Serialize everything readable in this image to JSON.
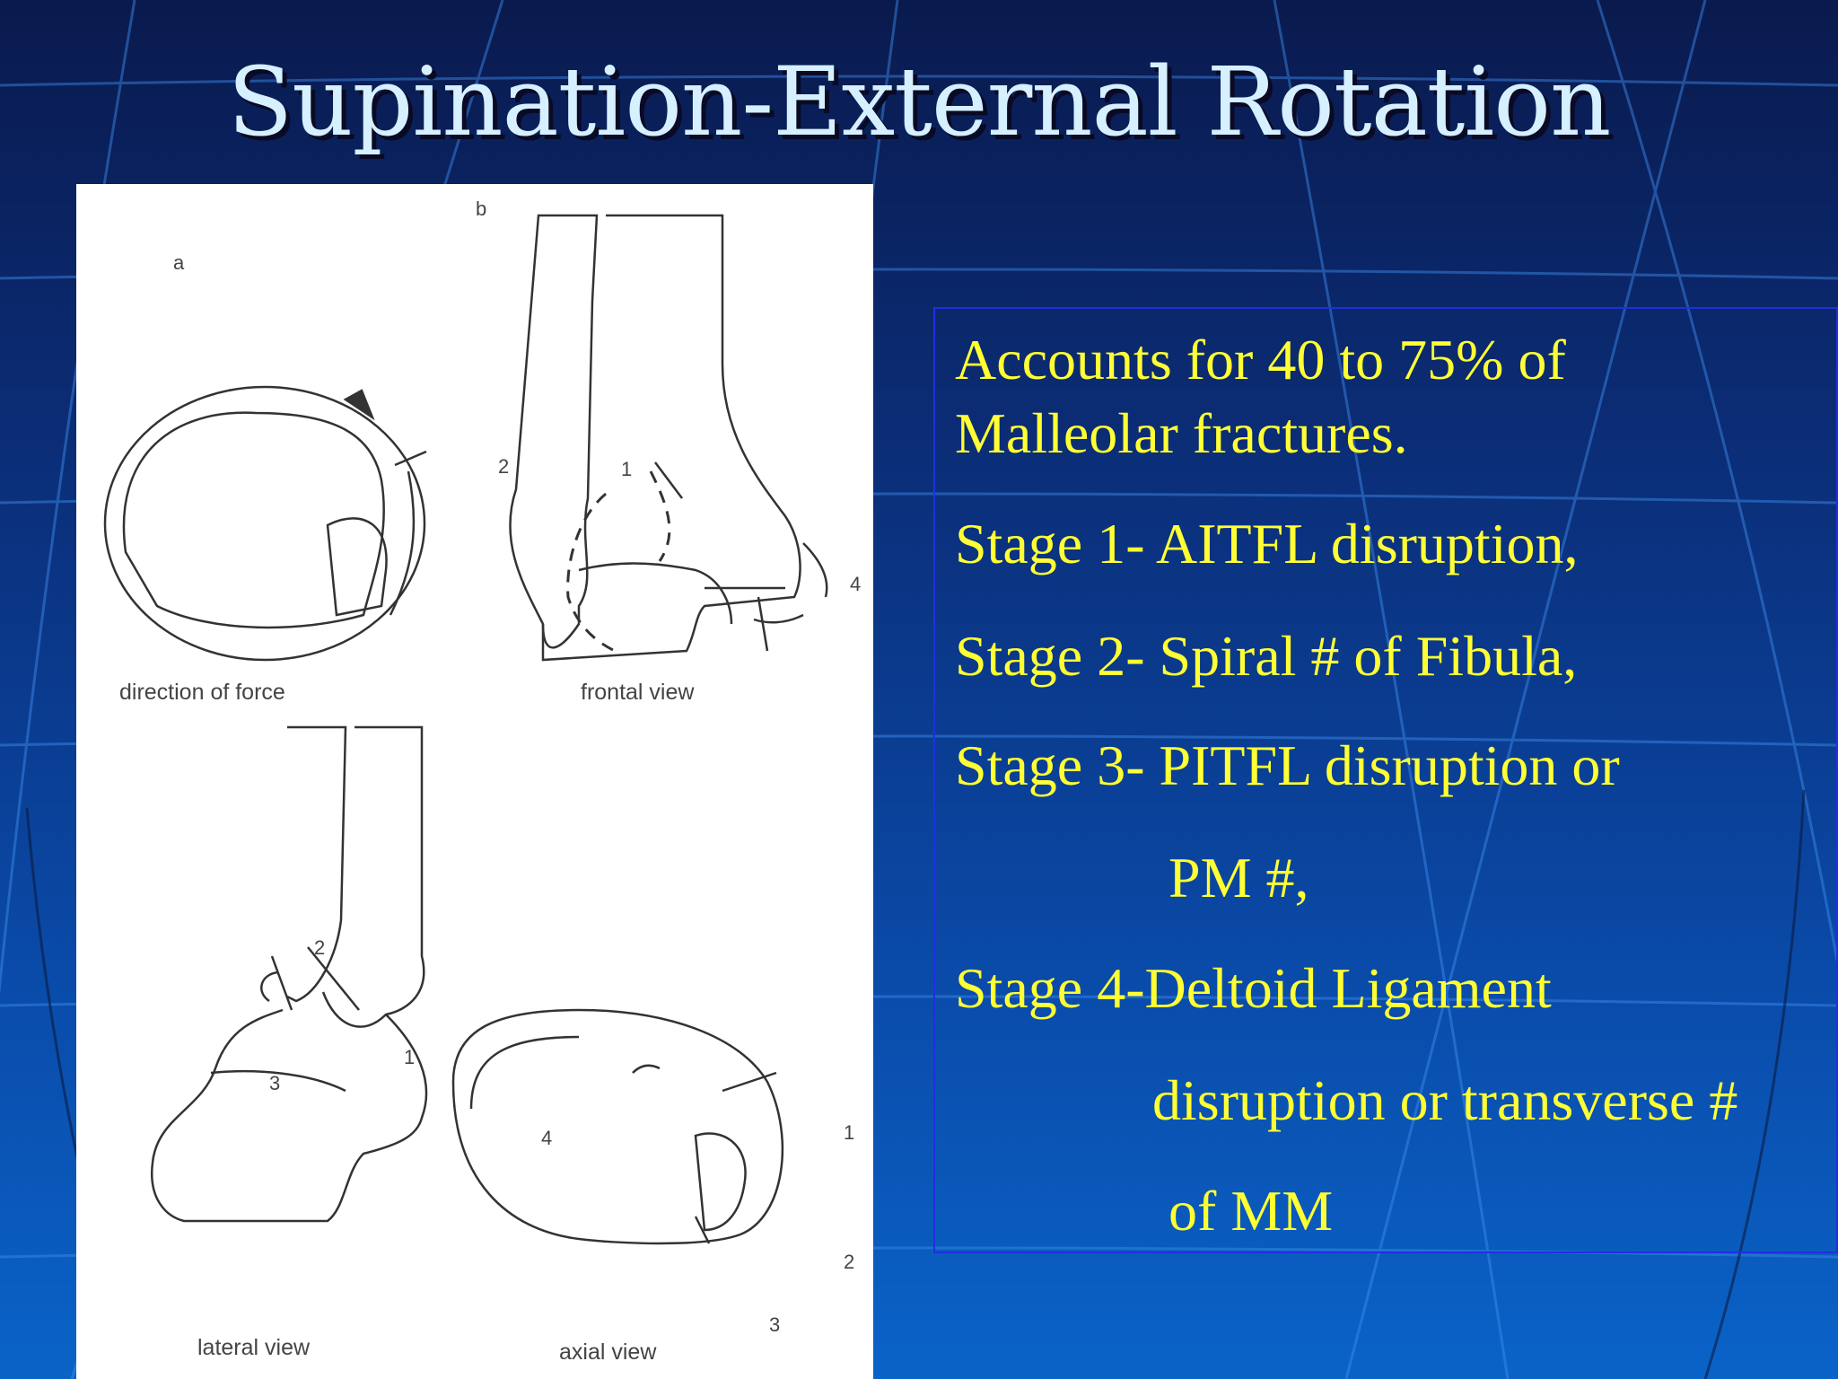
{
  "title": "Supination-External Rotation",
  "figure": {
    "panel_a": "a",
    "panel_b": "b",
    "captions": {
      "direction": "direction of force",
      "frontal": "frontal view",
      "lateral": "lateral view",
      "axial": "axial view"
    },
    "labels": {
      "frontal_1": "1",
      "frontal_2": "2",
      "frontal_4": "4",
      "lateral_1": "1",
      "lateral_2": "2",
      "lateral_3": "3",
      "axial_1": "1",
      "axial_2": "2",
      "axial_3": "3",
      "axial_4": "4"
    }
  },
  "text_lines": [
    "Accounts for 40 to 75% of",
    "Malleolar fractures.",
    "Stage 1- AITFL disruption,",
    "Stage 2-  Spiral # of Fibula,",
    "Stage 3- PITFL disruption or",
    "PM #,",
    "Stage 4-Deltoid Ligament",
    "disruption or transverse #",
    "of MM"
  ],
  "colors": {
    "title": "#d6f0ff",
    "body_text": "#ffff33",
    "box_border": "#1f2fe0"
  }
}
